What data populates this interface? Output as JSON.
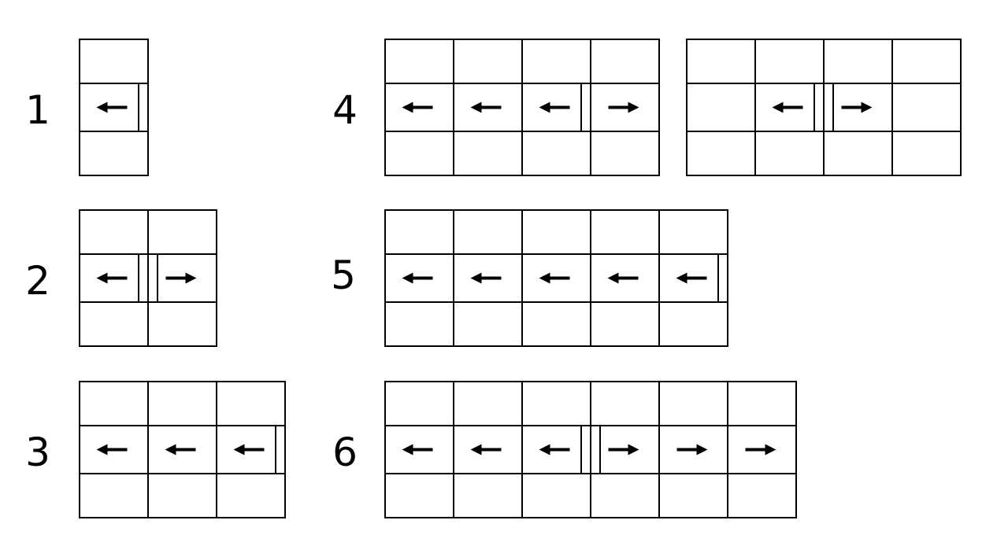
{
  "figures": [
    {
      "label": "1",
      "cols": 1,
      "dirs": [
        "L"
      ],
      "dividers": [
        {
          "after": 1,
          "double": false
        }
      ]
    },
    {
      "label": "2",
      "cols": 2,
      "dirs": [
        "L",
        "R"
      ],
      "dividers": [
        {
          "after": 1,
          "double": true
        }
      ]
    },
    {
      "label": "3",
      "cols": 3,
      "dirs": [
        "L",
        "L",
        "L"
      ],
      "dividers": [
        {
          "after": 3,
          "double": false
        }
      ]
    },
    {
      "label": "4",
      "cols": 4,
      "dirs": [
        "L",
        "L",
        "L",
        "R"
      ],
      "dividers": [
        {
          "after": 3,
          "double": false
        }
      ]
    },
    {
      "label": "",
      "cols": 4,
      "dirs": [
        "",
        "L",
        "R",
        ""
      ],
      "dividers": [
        {
          "after": 2,
          "double": true
        }
      ]
    },
    {
      "label": "5",
      "cols": 5,
      "dirs": [
        "L",
        "L",
        "L",
        "L",
        "L"
      ],
      "dividers": [
        {
          "after": 5,
          "double": false
        }
      ]
    },
    {
      "label": "6",
      "cols": 6,
      "dirs": [
        "L",
        "L",
        "L",
        "R",
        "R",
        "R"
      ],
      "dividers": [
        {
          "after": 3,
          "double": true
        }
      ]
    }
  ],
  "colors": {
    "line": "#000000",
    "background": "#ffffff"
  }
}
